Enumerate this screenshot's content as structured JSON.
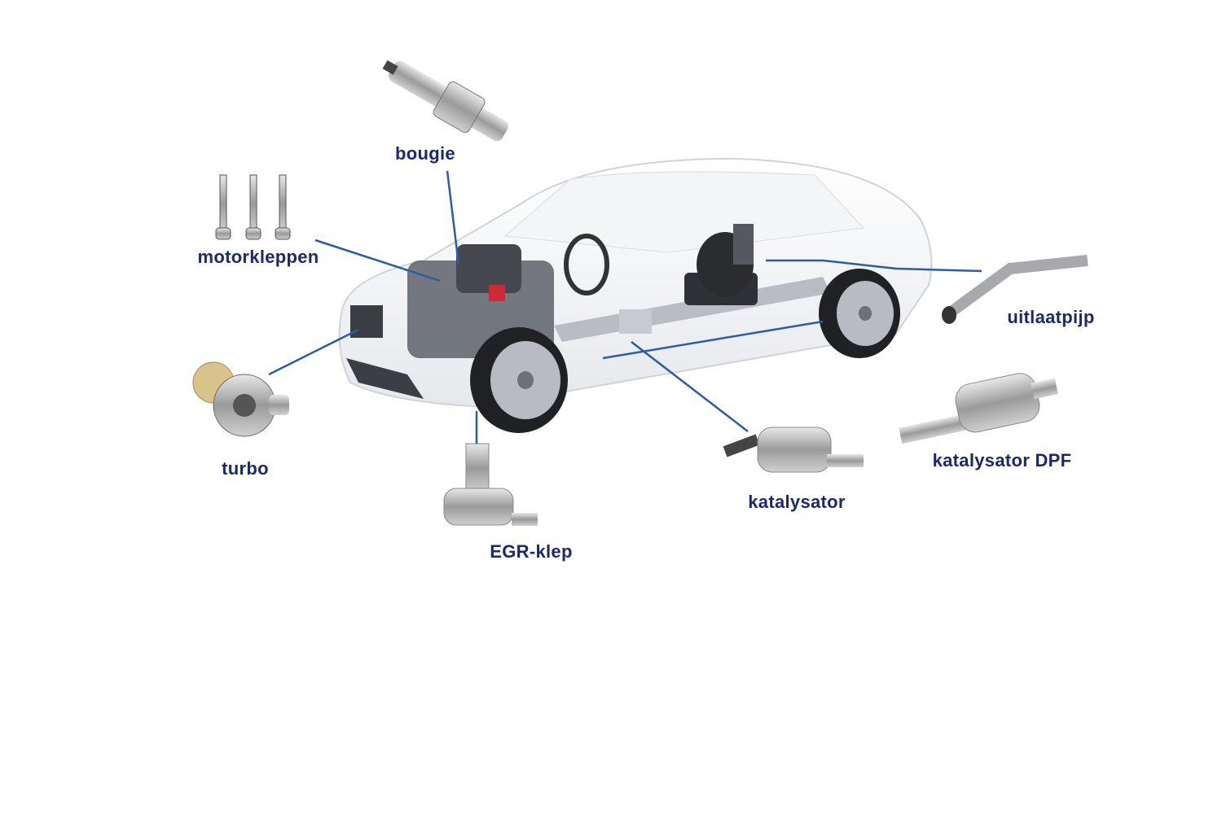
{
  "labels": {
    "bougie": "bougie",
    "motorkleppen": "motorkleppen",
    "turbo": "turbo",
    "egr": "EGR-klep",
    "katalysator": "katalysator",
    "dpf": "katalysator DPF",
    "uitlaatpijp": "uitlaatpijp"
  },
  "colors": {
    "label": "#1b2a6b",
    "leader": "#2a5ca8"
  }
}
